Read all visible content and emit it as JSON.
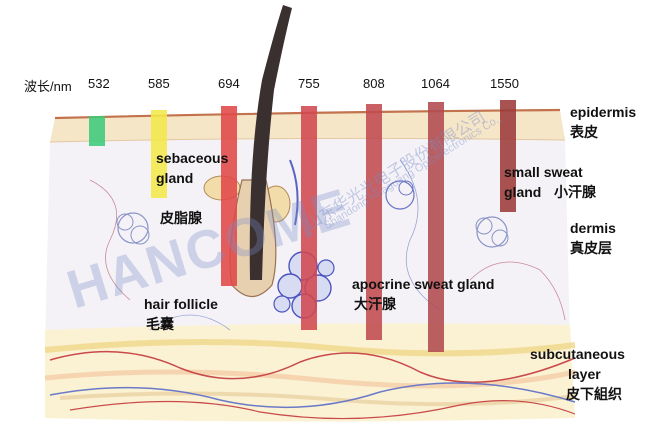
{
  "header": {
    "axis_label": "波长/nm"
  },
  "wavelengths": [
    {
      "label": "532",
      "color": "#3ecb7a"
    },
    {
      "label": "585",
      "color": "#f2e84a"
    },
    {
      "label": "694",
      "color": "#e04848"
    },
    {
      "label": "755",
      "color": "#d04850"
    },
    {
      "label": "808",
      "color": "#c04a4f"
    },
    {
      "label": "1064",
      "color": "#b04a4e"
    },
    {
      "label": "1550",
      "color": "#9c3a3a"
    }
  ],
  "layers": {
    "epidermis": {
      "en": "epidermis",
      "cn": "表皮"
    },
    "dermis": {
      "en": "dermis",
      "cn": "真皮层"
    },
    "subcutaneous": {
      "en_line1": "subcutaneous",
      "en_line2": "layer",
      "cn": "皮下組织"
    }
  },
  "structures": {
    "sebaceous": {
      "en_line1": "sebaceous",
      "en_line2": "gland",
      "cn": "皮脂腺"
    },
    "hair_follicle": {
      "en": "hair follicle",
      "cn": "毛囊"
    },
    "apocrine": {
      "en": "apocrine sweat gland",
      "cn": "大汗腺"
    },
    "small_sweat": {
      "en_line1": "small sweat",
      "en_line2": "gland",
      "cn": "小汗腺"
    }
  },
  "watermark": {
    "brand": "HANCOME",
    "company_cn": "山东华光光电子股份有限公司",
    "company_en": "Shandong Huaguang Optoelectronics Co.,"
  }
}
